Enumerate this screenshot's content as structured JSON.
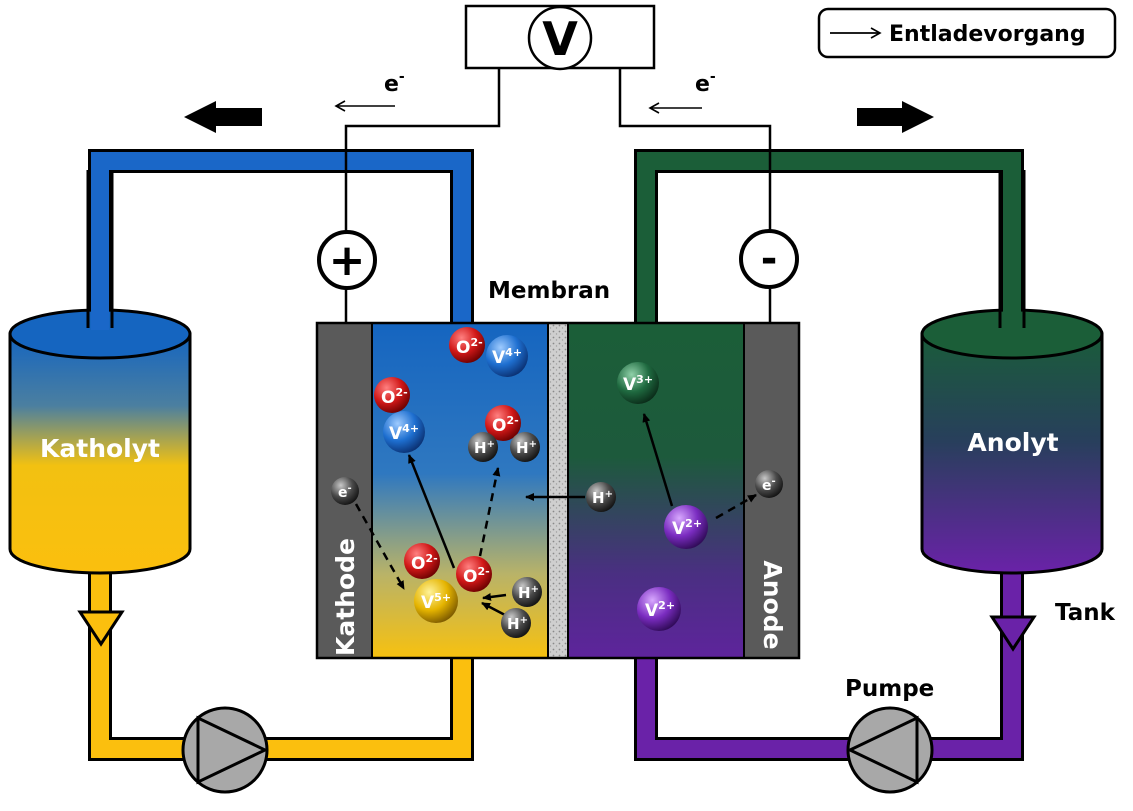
{
  "title": "",
  "legend": {
    "arrow_label": "Entladevorgang"
  },
  "voltmeter": {
    "symbol": "V"
  },
  "electron_label": "e",
  "electron_charge": "-",
  "terminals": {
    "plus": "+",
    "minus": "-"
  },
  "labels": {
    "membrane": "Membran",
    "catholyte": "Katholyt",
    "anolyte": "Anolyt",
    "cathode": "Kathode",
    "anode": "Anode",
    "tank": "Tank",
    "pump": "Pumpe"
  },
  "ions": {
    "o": "O",
    "o_charge": "2-",
    "h": "H",
    "h_charge": "+",
    "e": "e",
    "e_charge": "-",
    "v": "V",
    "v2_charge": "2+",
    "v3_charge": "3+",
    "v4_charge": "4+",
    "v5_charge": "5+"
  },
  "colors": {
    "catholyte_blue": "#1565c0",
    "catholyte_yellow": "#f7c10f",
    "anolyte_green": "#1b5e38",
    "anolyte_purple": "#5e249c",
    "electrode_gray": "#5a5a5a",
    "pump_gray": "#a8a8a8"
  }
}
